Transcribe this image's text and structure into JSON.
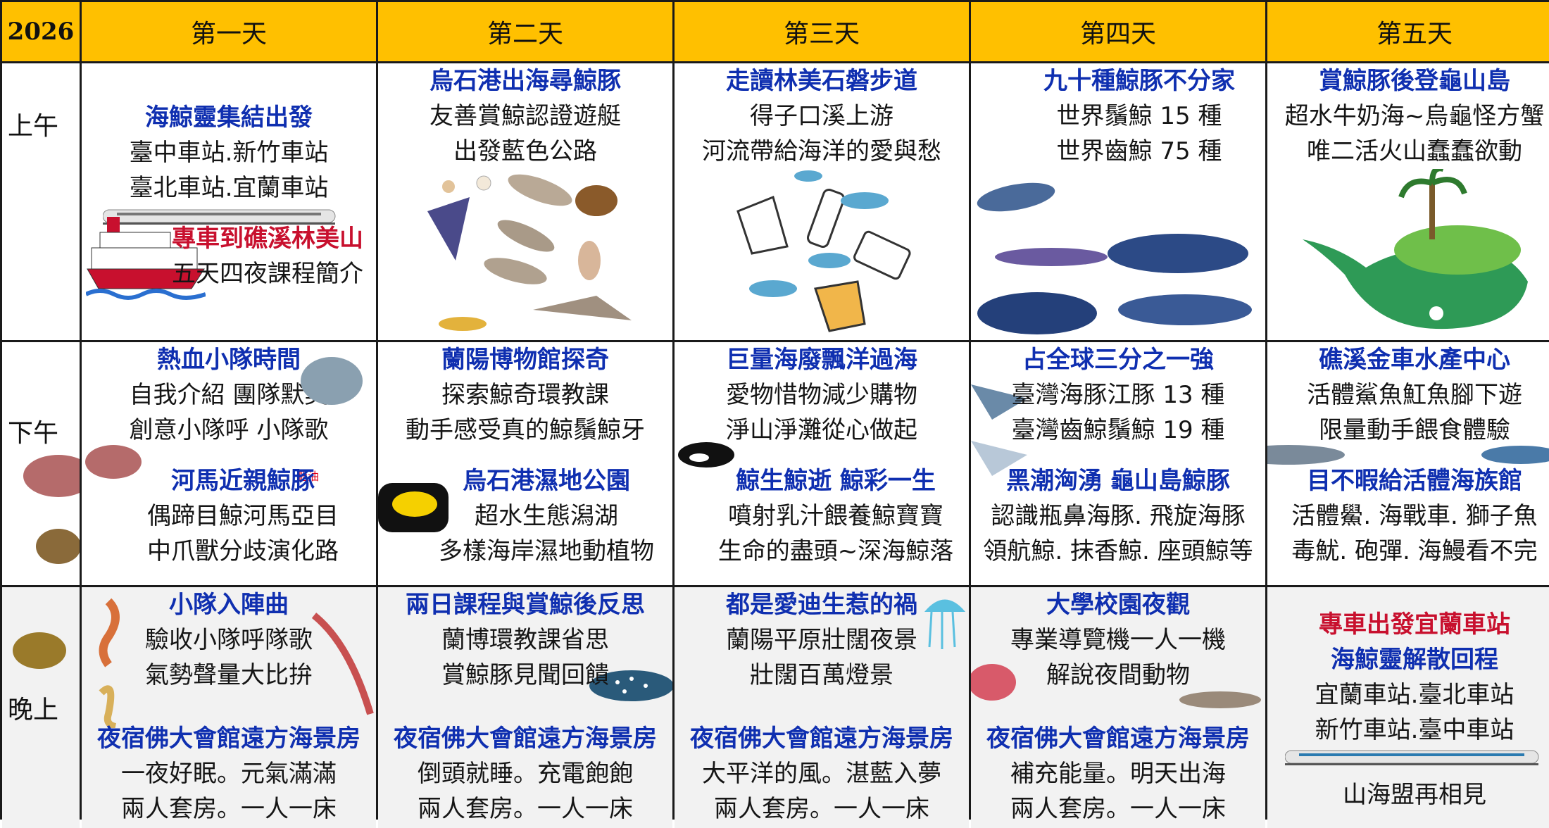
{
  "header": {
    "year": "2026",
    "days": [
      "第一天",
      "第二天",
      "第三天",
      "第四天",
      "第五天"
    ]
  },
  "rows": {
    "morning": "上午",
    "afternoon": "下午",
    "evening": "晚上"
  },
  "morning": [
    {
      "title": "海鯨靈集結出發",
      "lines": [
        "臺中車站.新竹車站",
        "臺北車站.宜蘭車站"
      ],
      "title2": "專車到礁溪林美山",
      "lines2": [
        "五天四夜課程簡介"
      ]
    },
    {
      "title": "烏石港出海尋鯨豚",
      "lines": [
        "友善賞鯨認證遊艇",
        "出發藍色公路"
      ]
    },
    {
      "title": "走讀林美石磐步道",
      "lines": [
        "得子口溪上游",
        "河流帶給海洋的愛與愁"
      ]
    },
    {
      "title": "九十種鯨豚不分家",
      "lines": [
        "世界鬚鯨 15 種",
        "世界齒鯨 75 種"
      ]
    },
    {
      "title": "賞鯨豚後登龜山島",
      "lines": [
        "超水牛奶海~烏龜怪方蟹",
        "唯二活火山蠢蠢欲動"
      ]
    }
  ],
  "afternoon": [
    {
      "title": "熱血小隊時間",
      "lines": [
        "自我介紹 團隊默契",
        "創意小隊呼 小隊歌"
      ],
      "title2": "河馬近親鯨豚",
      "lines2": [
        "偶蹄目鯨河馬亞目",
        "中爪獸分歧演化路"
      ],
      "tag": "腦油"
    },
    {
      "title": "蘭陽博物館探奇",
      "lines": [
        "探索鯨奇環教課",
        "動手感受真的鯨鬚鯨牙"
      ],
      "title2": "烏石港濕地公園",
      "lines2": [
        "超水生態潟湖",
        "多樣海岸濕地動植物"
      ]
    },
    {
      "title": "巨量海廢飄洋過海",
      "lines": [
        "愛物惜物減少購物",
        "淨山淨灘從心做起"
      ],
      "title2": "鯨生鯨逝 鯨彩一生",
      "lines2": [
        "噴射乳汁餵養鯨寶寶",
        "生命的盡頭~深海鯨落"
      ]
    },
    {
      "title": "占全球三分之一強",
      "lines": [
        "臺灣海豚江豚 13 種",
        "臺灣齒鯨鬚鯨 19 種"
      ],
      "title2": "黑潮洶湧 龜山島鯨豚",
      "lines2": [
        "認識瓶鼻海豚. 飛旋海豚",
        "領航鯨. 抹香鯨. 座頭鯨等"
      ]
    },
    {
      "title": "礁溪金車水產中心",
      "lines": [
        "活體鯊魚魟魚腳下遊",
        "限量動手餵食體驗"
      ],
      "title2": "目不暇給活體海族館",
      "lines2": [
        "活體鱟. 海戰車. 獅子魚",
        "毒魷. 砲彈. 海鰻看不完"
      ]
    }
  ],
  "evening": [
    {
      "title": "小隊入陣曲",
      "lines": [
        "驗收小隊呼隊歌",
        "氣勢聲量大比拚"
      ],
      "title2": "夜宿佛大會館遠方海景房",
      "lines2": [
        "一夜好眠。元氣滿滿",
        "兩人套房。一人一床"
      ]
    },
    {
      "title": "兩日課程與賞鯨後反思",
      "lines": [
        "蘭博環教課省思",
        "賞鯨豚見聞回饋"
      ],
      "title2": "夜宿佛大會館遠方海景房",
      "lines2": [
        "倒頭就睡。充電飽飽",
        "兩人套房。一人一床"
      ]
    },
    {
      "title": "都是愛迪生惹的禍",
      "lines": [
        "蘭陽平原壯闊夜景",
        "壯闊百萬燈景"
      ],
      "title2": "夜宿佛大會館遠方海景房",
      "lines2": [
        "大平洋的風。湛藍入夢",
        "兩人套房。一人一床"
      ]
    },
    {
      "title": "大學校園夜觀",
      "lines": [
        "專業導覽機一人一機",
        "解說夜間動物"
      ],
      "title2": "夜宿佛大會館遠方海景房",
      "lines2": [
        "補充能量。明天出海",
        "兩人套房。一人一床"
      ]
    },
    {
      "title": "專車出發宜蘭車站",
      "title_b": "海鯨靈解散回程",
      "lines": [
        "宜蘭車站.臺北車站",
        "新竹車站.臺中車站"
      ],
      "lines2": [
        "山海盟再相見"
      ]
    }
  ],
  "colors": {
    "header": "#ffc000",
    "title_blue": "#0f2fb0",
    "title_red": "#c8102e",
    "border": "#1a1a1a",
    "shade": "#f2f2f2"
  }
}
